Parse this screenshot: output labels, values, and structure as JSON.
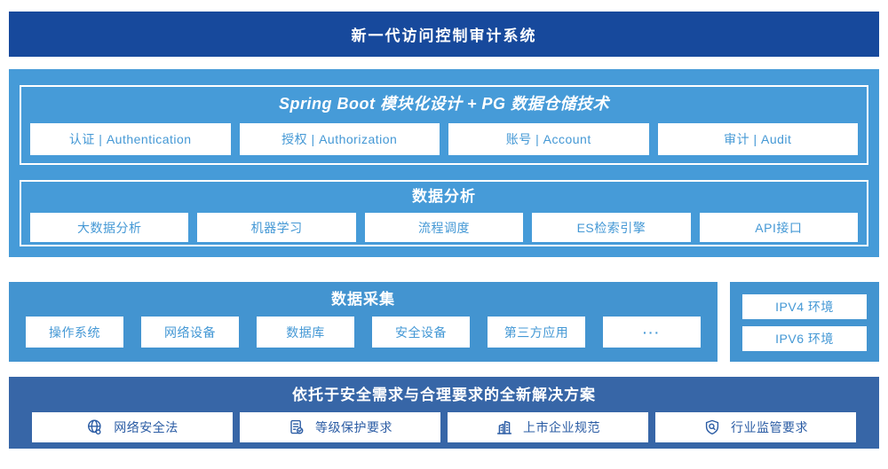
{
  "colors": {
    "banner_bg": "#17499C",
    "sky_blue": "#469BD8",
    "sky_blue_dark": "#4394D0",
    "solution_bg": "#3766A7",
    "box_text_sky": "#4498D5",
    "box_text_dark": "#2B5CA4",
    "white": "#ffffff"
  },
  "banner": {
    "title": "新一代访问控制审计系统"
  },
  "platform": {
    "spring": {
      "title": "Spring Boot 模块化设计 + PG 数据仓储技术",
      "modules": [
        "认证 | Authentication",
        "授权 | Authorization",
        "账号 | Account",
        "审计 | Audit"
      ]
    },
    "analysis": {
      "title": "数据分析",
      "modules": [
        "大数据分析",
        "机器学习",
        "流程调度",
        "ES检索引擎",
        "API接口"
      ]
    }
  },
  "collection": {
    "title": "数据采集",
    "modules": [
      "操作系统",
      "网络设备",
      "数据库",
      "安全设备",
      "第三方应用",
      "···"
    ],
    "env": [
      "IPV4 环境",
      "IPV6 环境"
    ]
  },
  "solution": {
    "title": "依托于安全需求与合理要求的全新解决方案",
    "items": [
      {
        "icon": "globe-icon",
        "label": "网络安全法"
      },
      {
        "icon": "doc-check-icon",
        "label": "等级保护要求"
      },
      {
        "icon": "building-icon",
        "label": "上市企业规范"
      },
      {
        "icon": "shield-search-icon",
        "label": "行业监管要求"
      }
    ]
  }
}
